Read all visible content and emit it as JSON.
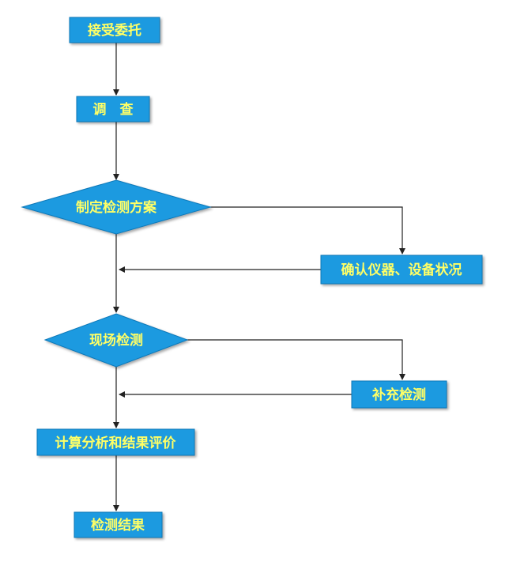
{
  "colors": {
    "node_fill": "#1a9ae0",
    "node_stroke": "#0f78b8",
    "label_color": "#ffff66",
    "connector": "#222222",
    "background": "#ffffff"
  },
  "nodes": {
    "accept": "接受委托",
    "survey": "调　查",
    "plan": "制定检测方案",
    "confirm": "确认仪器、设备状况",
    "onsite": "现场检测",
    "supplement": "补充检测",
    "calc": "计算分析和结果评价",
    "result": "检测结果"
  }
}
